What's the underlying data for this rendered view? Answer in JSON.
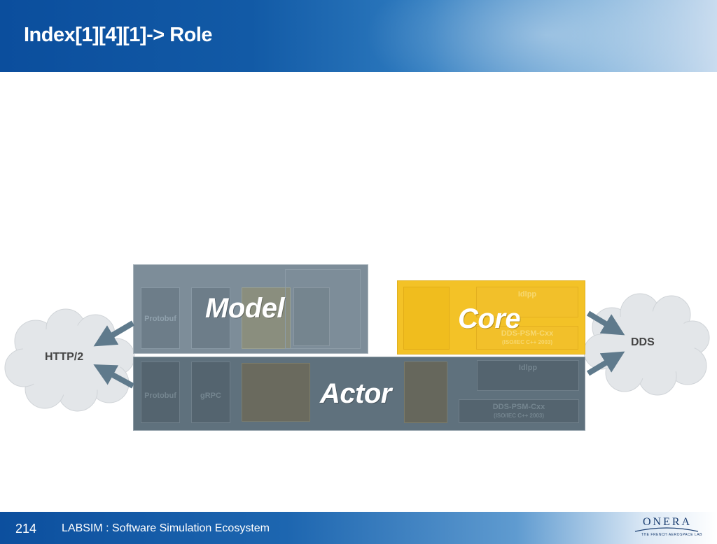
{
  "header": {
    "title": "Index[1][4][1]-> Role"
  },
  "footer": {
    "page_number": "214",
    "text": "LABSIM : Software Simulation Ecosystem"
  },
  "logo": {
    "name": "ONERA",
    "tagline": "THE FRENCH AEROSPACE LAB"
  },
  "diagram": {
    "clouds": {
      "left": "HTTP/2",
      "right": "DDS"
    },
    "model": {
      "label": "Model",
      "inner": {
        "protobuf": "Protobuf"
      }
    },
    "core": {
      "label": "Core",
      "inner": {
        "idl": "Idlpp",
        "psm": "DDS-PSM-Cxx",
        "psm_sub": "(ISO/IEC C++ 2003)"
      }
    },
    "actor": {
      "label": "Actor",
      "inner": {
        "protobuf": "Protobuf",
        "grpc": "gRPC",
        "idl": "Idlpp",
        "psm": "DDS-PSM-Cxx",
        "psm_sub": "(ISO/IEC C++ 2003)"
      }
    },
    "colors": {
      "model": "#7d8d99",
      "actor": "#5f717d",
      "core": "#f3c227",
      "arrow": "#5f7a8c"
    }
  }
}
